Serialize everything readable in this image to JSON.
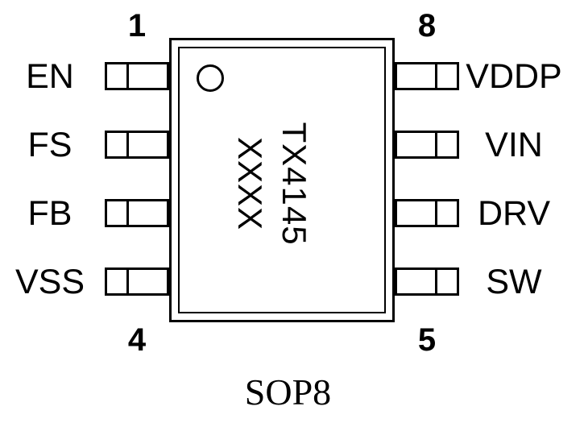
{
  "package": {
    "label": "SOP8"
  },
  "chip": {
    "marking_line1": "TX4145",
    "marking_line2": "XXXX"
  },
  "pins": {
    "left": [
      {
        "number": "1",
        "label": "EN"
      },
      {
        "number": "",
        "label": "FS"
      },
      {
        "number": "",
        "label": "FB"
      },
      {
        "number": "4",
        "label": "VSS"
      }
    ],
    "right": [
      {
        "number": "8",
        "label": "VDDP"
      },
      {
        "number": "",
        "label": "VIN"
      },
      {
        "number": "",
        "label": "DRV"
      },
      {
        "number": "5",
        "label": "SW"
      }
    ]
  },
  "colors": {
    "line": "#000000",
    "background": "#ffffff"
  }
}
